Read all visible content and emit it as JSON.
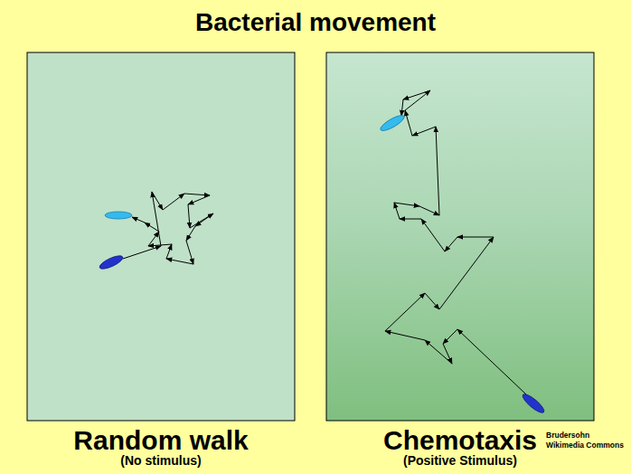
{
  "diagram": {
    "title": "Bacterial movement",
    "nodes": [
      {
        "text": [
          "Random walk",
          "(No stimulus)"
        ]
      },
      {
        "text": [
          "Chemotaxis",
          "(Positive Stimulus)"
        ]
      }
    ],
    "labels": [
      "Brudersohn Wikimedia Commons"
    ]
  }
}
